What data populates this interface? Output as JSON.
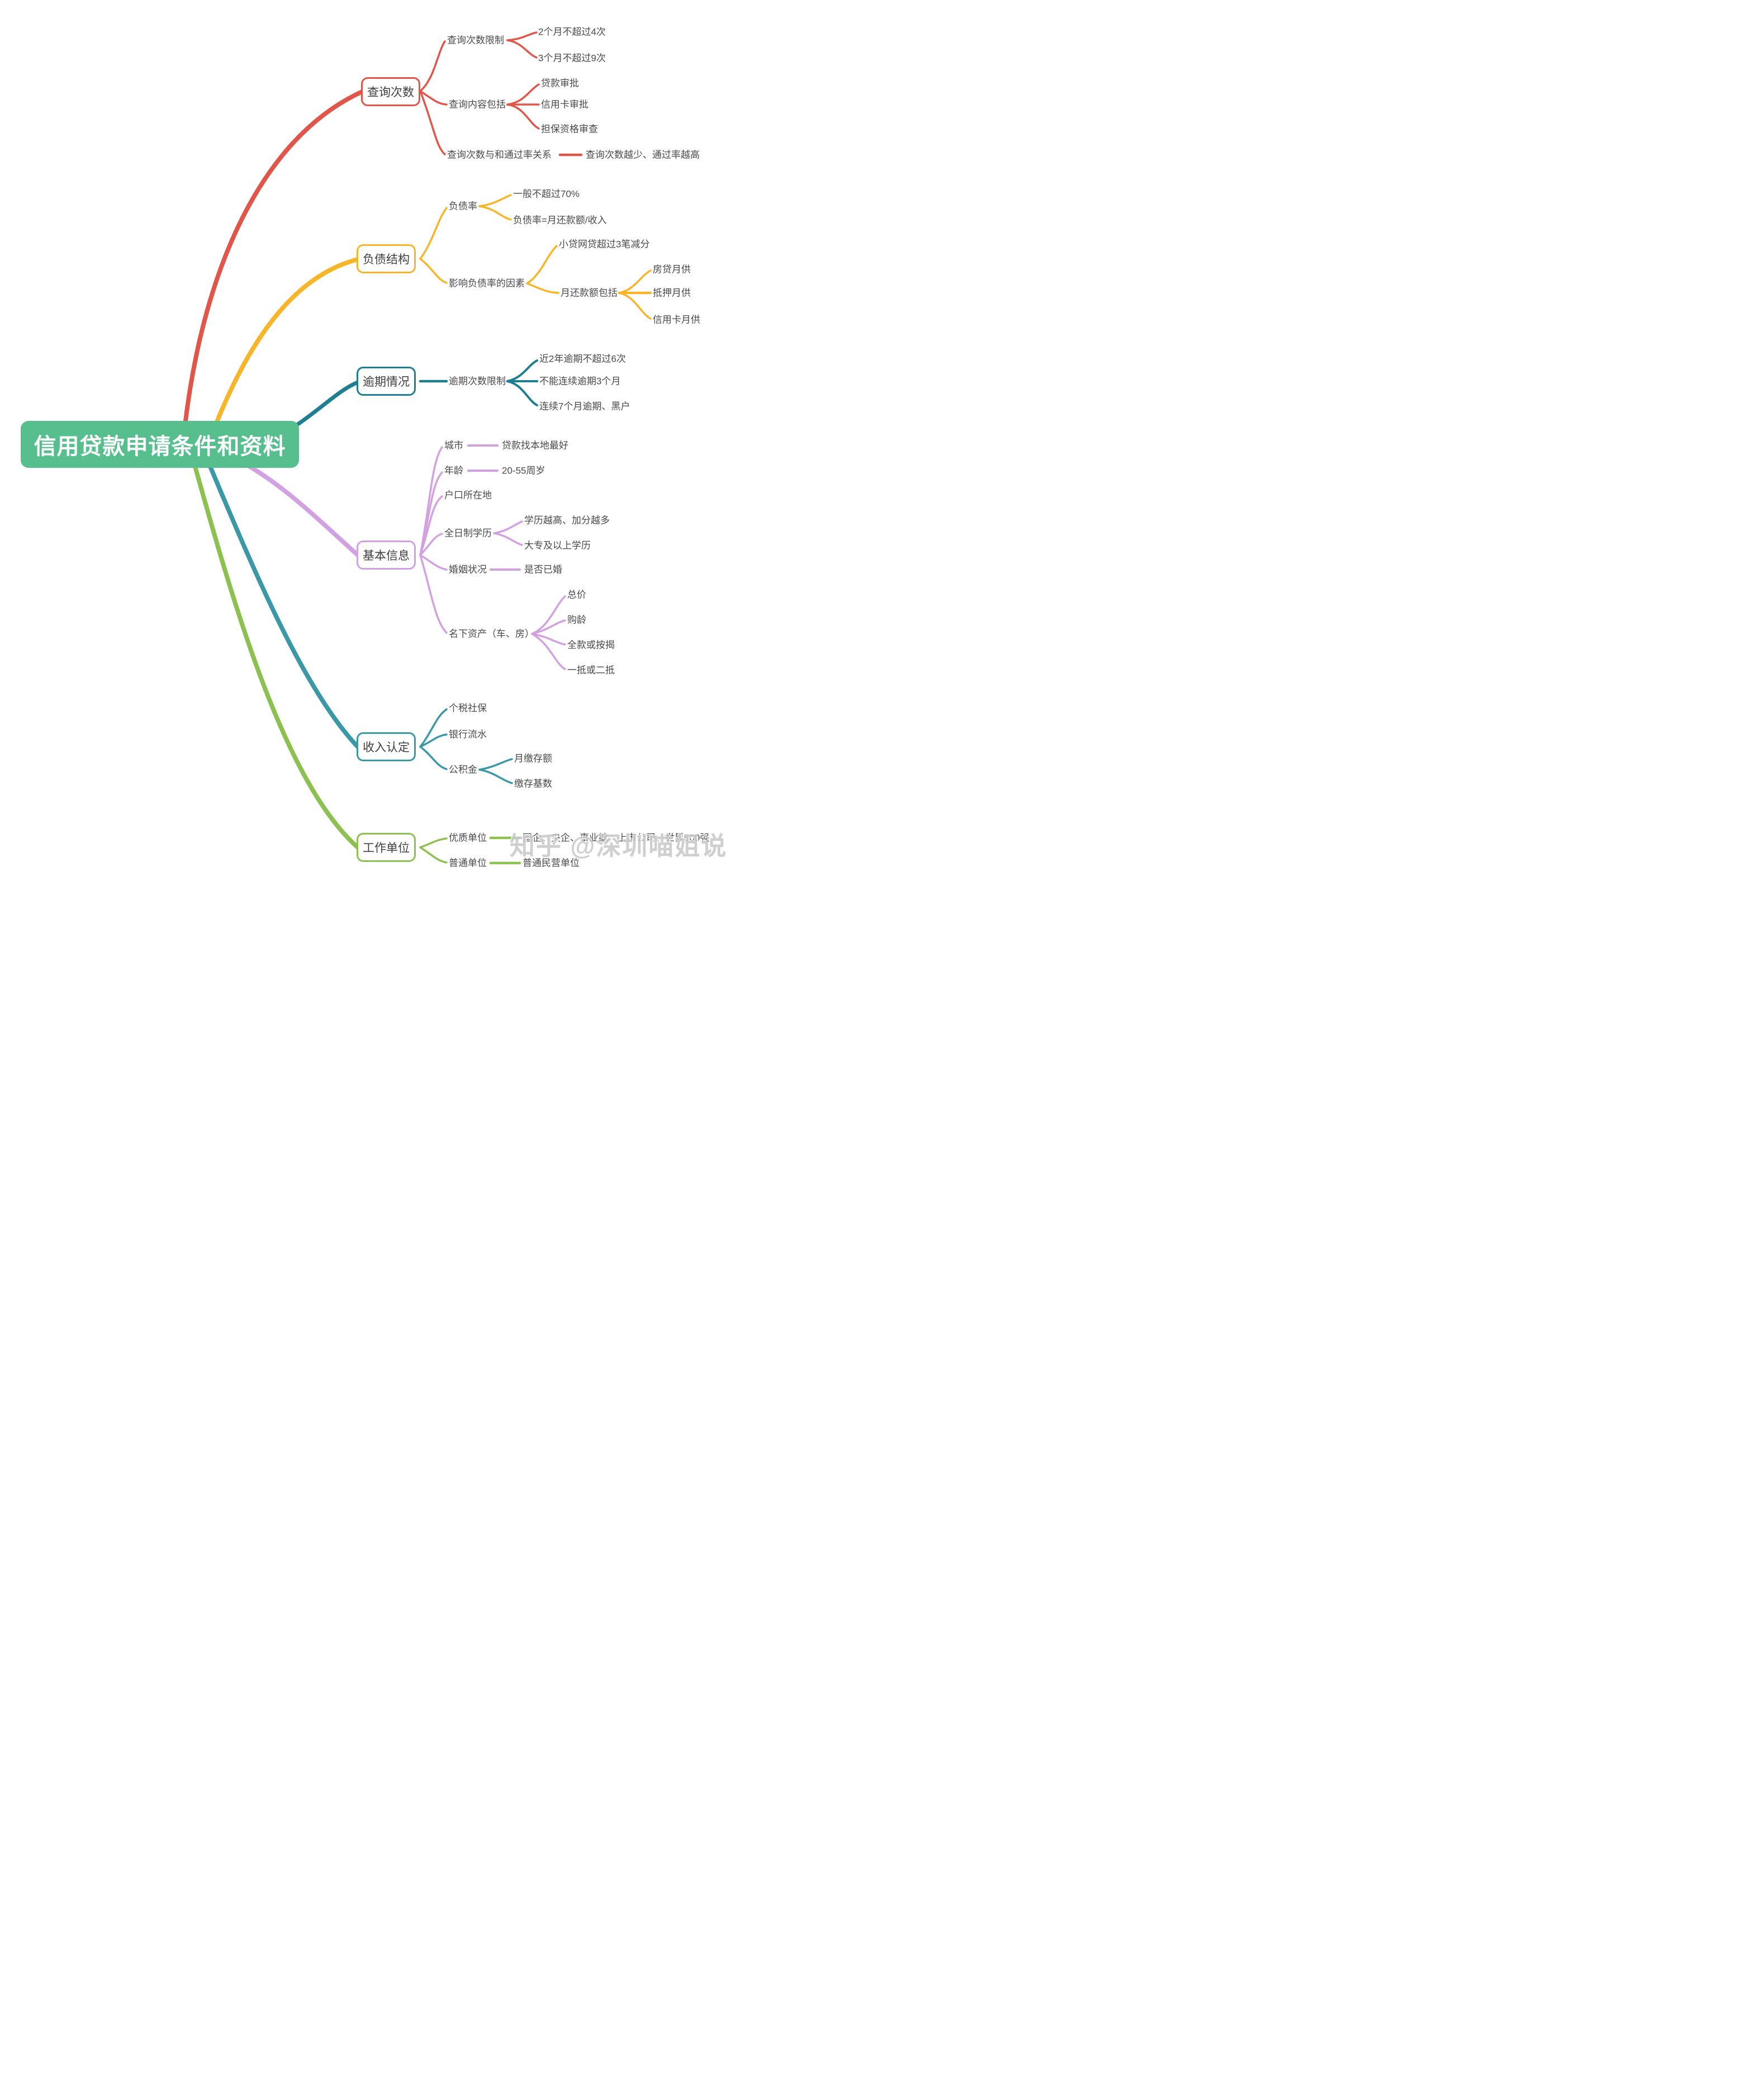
{
  "root": {
    "label": "信用贷款申请条件和资料"
  },
  "branches": [
    {
      "label": "查询次数",
      "color": "#e0564a",
      "children": [
        {
          "label": "查询次数限制",
          "children": [
            {
              "label": "2个月不超过4次"
            },
            {
              "label": "3个月不超过9次"
            }
          ]
        },
        {
          "label": "查询内容包括",
          "children": [
            {
              "label": "贷款审批"
            },
            {
              "label": "信用卡审批"
            },
            {
              "label": "担保资格审查"
            }
          ]
        },
        {
          "label": "查询次数与和通过率关系",
          "children": [
            {
              "label": "查询次数越少、通过率越高"
            }
          ]
        }
      ]
    },
    {
      "label": "负债结构",
      "color": "#f7b52a",
      "children": [
        {
          "label": "负债率",
          "children": [
            {
              "label": "一般不超过70%"
            },
            {
              "label": "负债率=月还款额/收入"
            }
          ]
        },
        {
          "label": "影响负债率的因素",
          "children": [
            {
              "label": "小贷网贷超过3笔减分"
            },
            {
              "label": "月还款额包括",
              "children": [
                {
                  "label": "房贷月供"
                },
                {
                  "label": "抵押月供"
                },
                {
                  "label": "信用卡月供"
                }
              ]
            }
          ]
        }
      ]
    },
    {
      "label": "逾期情况",
      "color": "#1d7f90",
      "children": [
        {
          "label": "逾期次数限制",
          "children": [
            {
              "label": "近2年逾期不超过6次"
            },
            {
              "label": "不能连续逾期3个月"
            },
            {
              "label": "连续7个月逾期、黑户"
            }
          ]
        }
      ]
    },
    {
      "label": "基本信息",
      "color": "#d2a1e2",
      "children": [
        {
          "label": "城市",
          "children": [
            {
              "label": "贷款找本地最好"
            }
          ]
        },
        {
          "label": "年龄",
          "children": [
            {
              "label": "20-55周岁"
            }
          ]
        },
        {
          "label": "户口所在地"
        },
        {
          "label": "全日制学历",
          "children": [
            {
              "label": "学历越高、加分越多"
            },
            {
              "label": "大专及以上学历"
            }
          ]
        },
        {
          "label": "婚姻状况",
          "children": [
            {
              "label": "是否已婚"
            }
          ]
        },
        {
          "label": "名下资产（车、房）",
          "children": [
            {
              "label": "总价"
            },
            {
              "label": "购龄"
            },
            {
              "label": "全款或按揭"
            },
            {
              "label": "一抵或二抵"
            }
          ]
        }
      ]
    },
    {
      "label": "收入认定",
      "color": "#3b98a6",
      "children": [
        {
          "label": "个税社保"
        },
        {
          "label": "银行流水"
        },
        {
          "label": "公积金",
          "children": [
            {
              "label": "月缴存额"
            },
            {
              "label": "缴存基数"
            }
          ]
        }
      ]
    },
    {
      "label": "工作单位",
      "color": "#8cc050",
      "children": [
        {
          "label": "优质单位",
          "children": [
            {
              "label": "国企、央企、事业编、上市公司、世界500强"
            }
          ]
        },
        {
          "label": "普通单位",
          "children": [
            {
              "label": "普通民营单位"
            }
          ]
        }
      ]
    }
  ],
  "watermark": {
    "label": "知乎 @深圳喵姐说贷"
  },
  "colors": {
    "root_fill": "#56bf8d",
    "root_text": "#ffffff",
    "branch_query": "#e0564a",
    "branch_debt": "#f7b52a",
    "branch_overdue": "#1d7f90",
    "branch_basic": "#d2a1e2",
    "branch_income": "#3b98a6",
    "branch_work": "#8cc050",
    "label_text": "#4a4a4a",
    "watermark_text": "#c9c9c9"
  }
}
